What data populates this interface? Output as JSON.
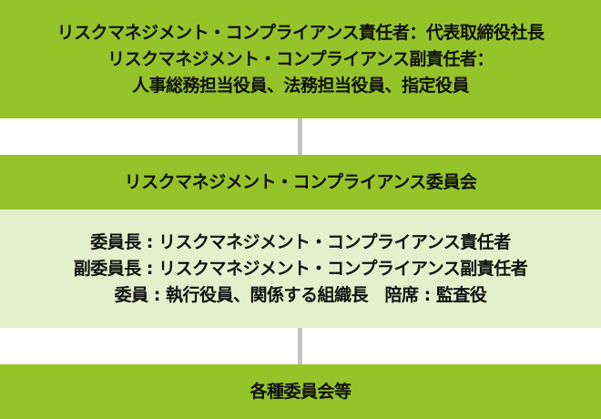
{
  "colors": {
    "primary_green": "#95c42a",
    "light_green": "#e4f0cb",
    "connector_gray": "#c4c4c4",
    "text": "#111111"
  },
  "top_box": {
    "lines": [
      "リスクマネジメント・コンプライアンス責任者：代表取締役社長",
      "リスクマネジメント・コンプライアンス副責任者：",
      "人事総務担当役員、法務担当役員、指定役員"
    ]
  },
  "committee_box": {
    "title": "リスクマネジメント・コンプライアンス委員会"
  },
  "members_box": {
    "lines": [
      "委員長 : リスクマネジメント・コンプライアンス責任者",
      "副委員長 : リスクマネジメント・コンプライアンス副責任者",
      "委員 : 執行役員、関係する組織長　陪席 : 監査役"
    ]
  },
  "bottom_box": {
    "title": "各種委員会等"
  }
}
